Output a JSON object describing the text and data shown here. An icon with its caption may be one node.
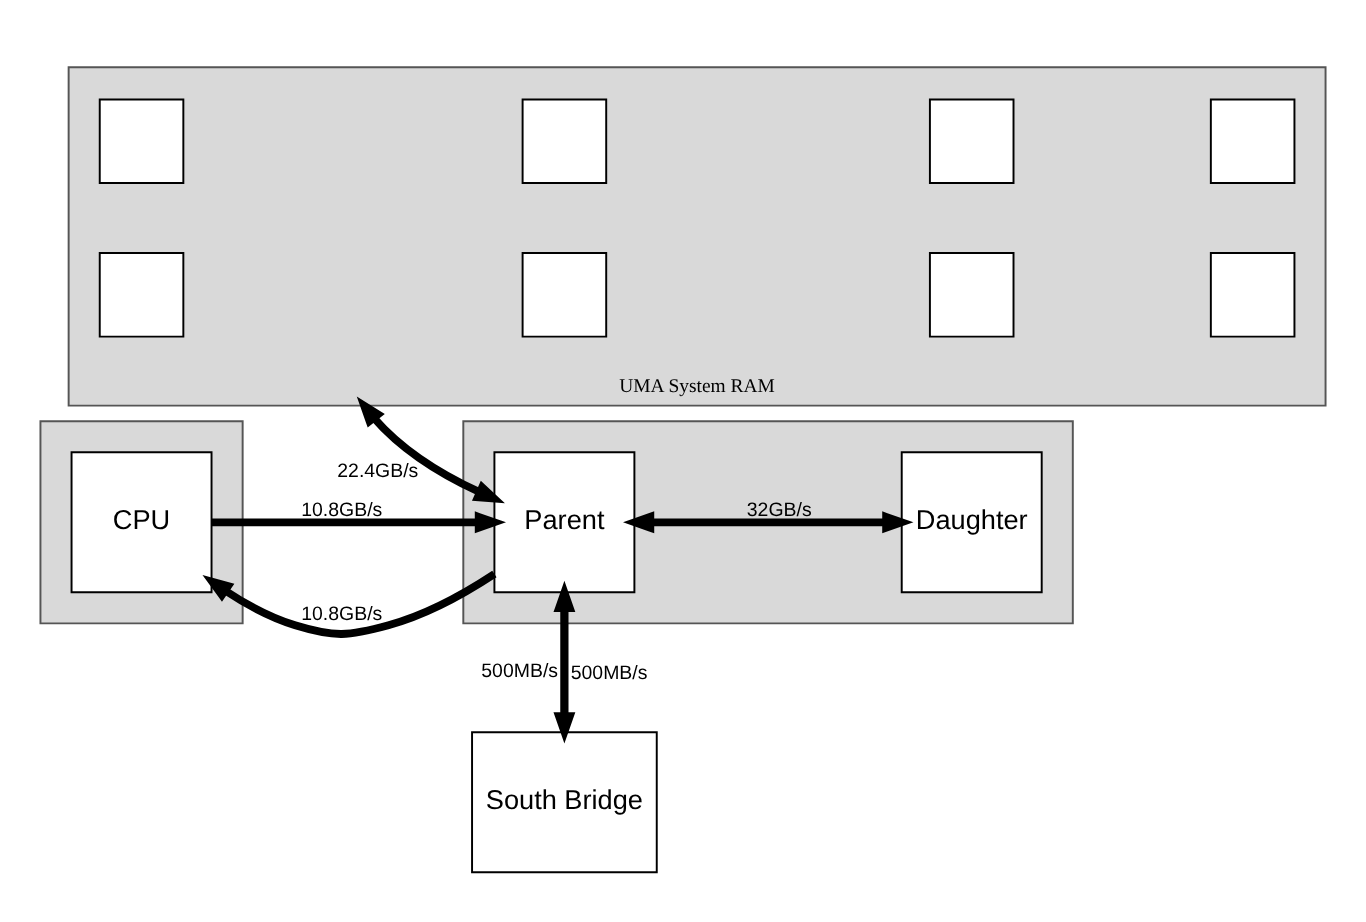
{
  "diagram": {
    "nodes": [
      {
        "text": [
          "South Bridge"
        ]
      },
      {
        "text": [],
        "shape": "box"
      },
      {
        "text": [
          "CPU"
        ],
        "in": 1
      },
      {
        "text": [],
        "shape": "box"
      },
      {
        "text": [
          "Parent"
        ],
        "in": 3
      },
      {
        "text": [
          "Daughter"
        ],
        "in": 3
      },
      {
        "text": [
          "UMA System RAM"
        ]
      },
      {
        "text": [],
        "shape": "box",
        "in": 6
      },
      {
        "text": [],
        "shape": "box",
        "in": 6
      },
      {
        "text": [],
        "shape": "box",
        "in": 6
      },
      {
        "text": [],
        "shape": "box",
        "in": 6
      },
      {
        "text": [],
        "shape": "box",
        "in": 6
      },
      {
        "text": [],
        "shape": "box",
        "in": 6
      },
      {
        "text": [],
        "shape": "box",
        "in": 6
      },
      {
        "text": [],
        "shape": "box",
        "in": 6
      }
    ],
    "edges": [
      {
        "from": 4,
        "to": 0,
        "arrow": "to",
        "label": "500MB/s"
      },
      {
        "from": 0,
        "to": 4,
        "arrow": "to",
        "label": "500MB/s"
      },
      {
        "from": 4,
        "to": 2,
        "arrow": "to",
        "label": "10.8GB/s"
      },
      {
        "from": 2,
        "to": 4,
        "arrow": "to",
        "label": "10.8GB/s"
      },
      {
        "from": 4,
        "to": 5,
        "arrow": "both",
        "label": "32GB/s"
      },
      {
        "from": 4,
        "to": 6,
        "arrow": "both",
        "label": "22.4GB/s"
      }
    ]
  }
}
